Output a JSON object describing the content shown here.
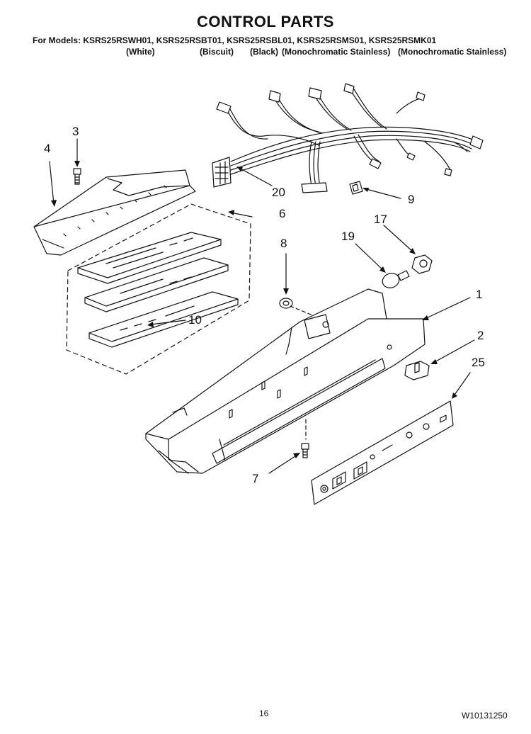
{
  "title": "CONTROL PARTS",
  "models_line": "For Models: KSRS25RSWH01, KSRS25RSBT01, KSRS25RSBL01, KSRS25RSMS01, KSRS25RSMK01",
  "colors": [
    "(White)",
    "(Biscuit)",
    "(Black)",
    "(Monochromatic Stainless)",
    "(Monochromatic Stainless)"
  ],
  "callouts": {
    "c1": "1",
    "c2": "2",
    "c3": "3",
    "c4": "4",
    "c6": "6",
    "c7": "7",
    "c8": "8",
    "c9": "9",
    "c10": "10",
    "c17": "17",
    "c19": "19",
    "c20": "20",
    "c25": "25"
  },
  "page_number": "16",
  "document_id": "W10131250"
}
